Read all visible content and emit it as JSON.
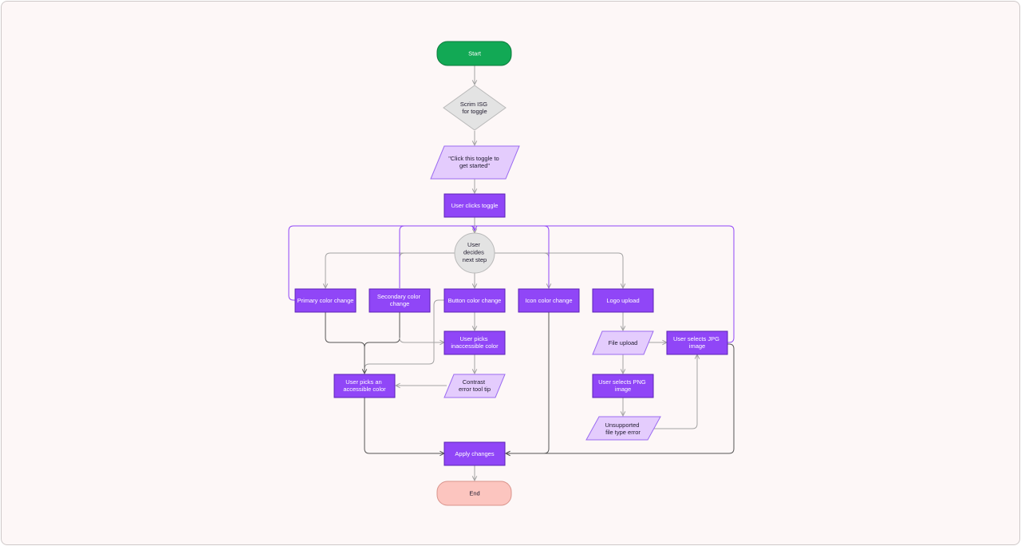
{
  "colors": {
    "canvas_bg": "#fdf7f7",
    "start_fill": "#12a955",
    "end_fill": "#fcc5bf",
    "process_fill": "#9046f7",
    "process_stroke": "#5b21b6",
    "data_fill": "#e4ccfd",
    "data_stroke": "#9b6bf0",
    "decision_fill": "#e3e3e3",
    "decision_stroke": "#b9b9b9",
    "edge_gray": "#a3a3a3",
    "edge_dark": "#555555",
    "edge_purple": "#9046f7"
  },
  "nodes": {
    "start": "Start",
    "scrim_isg": [
      "Scrim ISG",
      "for toggle"
    ],
    "click_toggle": [
      "\"Click this toggle to",
      "get started\""
    ],
    "user_clicks_toggle": "User clicks toggle",
    "user_decides": [
      "User",
      "decides",
      "next step"
    ],
    "primary_color_change": "Primary color change",
    "secondary_color_change": [
      "Secondary color",
      "change"
    ],
    "button_color_change": "Button color change",
    "icon_color_change": "Icon color change",
    "logo_upload": "Logo upload",
    "user_picks_inaccessible": [
      "User picks",
      "inaccessible color"
    ],
    "contrast_error": [
      "Contrast",
      "error tool tip"
    ],
    "user_picks_accessible": [
      "User picks an",
      "accessible color"
    ],
    "file_upload": "File upload",
    "user_selects_jpg": [
      "User selects JPG",
      "image"
    ],
    "user_selects_png": [
      "User selects PNG",
      "image"
    ],
    "unsupported_file": [
      "Unsupported",
      "file type error"
    ],
    "apply_changes": "Apply changes",
    "end": "End"
  }
}
